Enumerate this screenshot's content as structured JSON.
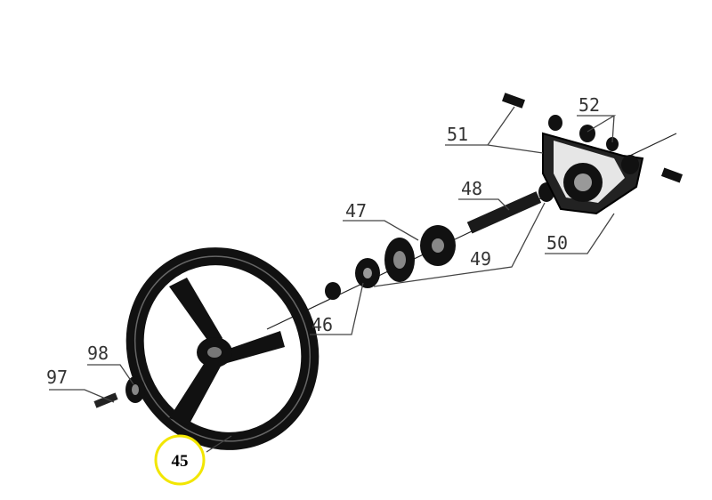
{
  "diagram": {
    "callouts": {
      "c97": "97",
      "c98": "98",
      "c46": "46",
      "c47": "47",
      "c48": "48",
      "c49": "49",
      "c50": "50",
      "c51": "51",
      "c52": "52"
    },
    "highlight": {
      "label": "45",
      "ring_color": "#f2e600"
    }
  }
}
